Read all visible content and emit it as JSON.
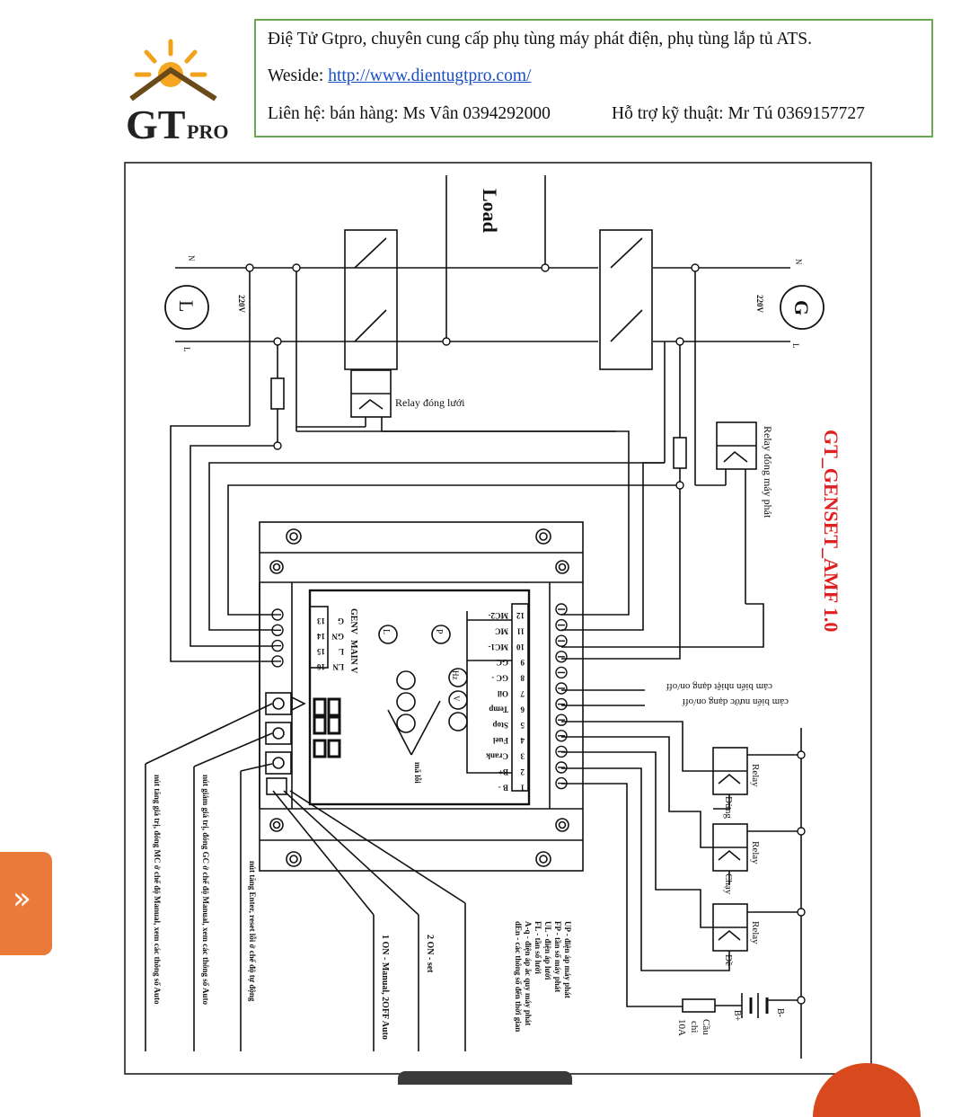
{
  "header": {
    "logo_text": "GTPRO",
    "line1": "Điệ Tử Gtpro, chuyên cung cấp phụ tùng máy phát điện, phụ tùng lắp tủ ATS.",
    "website_label": "Weside: ",
    "website_url": "http://www.dientugtpro.com/",
    "contact_label": "Liên hệ: bán hàng: Ms Vân 0394292000",
    "support_label": "Hỗ trợ kỹ thuật: Mr Tú 0369157727"
  },
  "diagram": {
    "title": "GT_GENSET_AMF 1.0",
    "load": "Load",
    "mains_symbol": "L",
    "gen_symbol": "G",
    "n_label": "N",
    "l_label": "L",
    "voltage_left": "220V",
    "voltage_right": "220V",
    "relay_mains": "Relay đóng lưới",
    "relay_gen": "Relay đóng máy phát",
    "relay_stop": [
      "Relay",
      "Dừng"
    ],
    "relay_run": [
      "Relay",
      "Chạy"
    ],
    "relay_start": [
      "Relay",
      "Đề"
    ],
    "fuse_label": [
      "Cầu",
      "chì",
      "10A"
    ],
    "batt_plus": "B+",
    "batt_minus": "B-",
    "temp_sensor": "cảm biến nhiệt dạng on/off",
    "water_sensor": "cảm biến nước dạng on/off",
    "terminals_right": [
      {
        "num": "12",
        "name": "MC2-"
      },
      {
        "num": "11",
        "name": "MC"
      },
      {
        "num": "10",
        "name": "MC1-"
      },
      {
        "num": "9",
        "name": "GC"
      },
      {
        "num": "8",
        "name": "GC -"
      },
      {
        "num": "7",
        "name": "Oil"
      },
      {
        "num": "6",
        "name": "Temp"
      },
      {
        "num": "5",
        "name": "Stop"
      },
      {
        "num": "4",
        "name": "Fuel"
      },
      {
        "num": "3",
        "name": "Crank"
      },
      {
        "num": "2",
        "name": "B+"
      },
      {
        "num": "1",
        "name": "B -"
      }
    ],
    "terminals_left": [
      {
        "num": "13",
        "name": "G"
      },
      {
        "num": "14",
        "name": "GN"
      },
      {
        "num": "15",
        "name": "L"
      },
      {
        "num": "16",
        "name": "LN"
      }
    ],
    "genv": "GENV",
    "mainv": "MAIN V",
    "indicator_p": "P",
    "indicator_l": "L",
    "hz": "Hz",
    "v": "V",
    "fault_label": "mã lỗi",
    "btn_up_desc": "nút tăng giá trị, đóng MC ở chế độ Manual, xem các thông số Auto",
    "btn_down_desc": "nút giảm giá trị, đóng GC ở chế độ Manual, xem các thông số Auto",
    "btn_enter_desc": "nút tăng Enter, reset lỗi ở chế độ tự động",
    "dip1_desc": "1 ON - Manual, 2OFF Auto",
    "dip2_desc": "2 ON - set",
    "legend": [
      "UP - điện áp máy phát",
      "FP - tần số máy phát",
      "UL - điện áp lưới",
      "FL - tần số lưới",
      "A-q - điện áp ắc quy máy phát",
      "dEn - các thông số đến thời gian"
    ],
    "title_color": "#e02020"
  }
}
